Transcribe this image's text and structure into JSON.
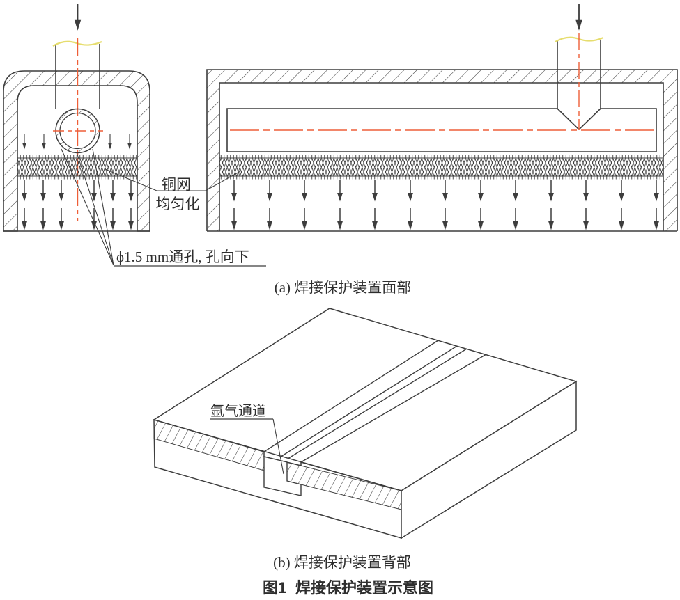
{
  "figure": {
    "panel_a": {
      "caption": "(a) 焊接保护装置面部",
      "labels": {
        "copper_mesh_line1": "铜网",
        "copper_mesh_line2": "均匀化",
        "holes": "ϕ1.5 mm通孔, 孔向下"
      }
    },
    "panel_b": {
      "caption": "(b) 焊接保护装置背部",
      "labels": {
        "argon_channel": "氩气通道"
      }
    },
    "caption": {
      "prefix": "图1",
      "title": "焊接保护装置示意图"
    },
    "colors": {
      "line": "#3d3d3d",
      "centerline": "#ee5f38",
      "break_line": "#e6dd6e"
    }
  }
}
